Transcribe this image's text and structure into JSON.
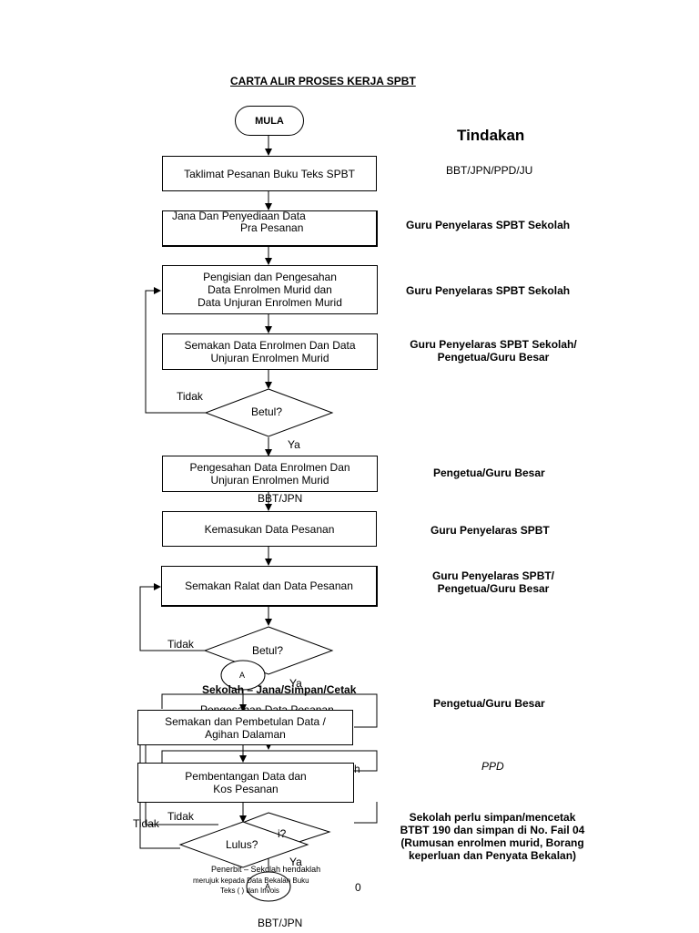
{
  "title": "CARTA ALIR PROSES KERJA SPBT",
  "heading": "Tindakan",
  "start": "MULA",
  "steps": {
    "s1": "Taklimat Pesanan Buku Teks SPBT",
    "s2a": "Jana Dan Penyediaan Data",
    "s2b": "Pra Pesanan",
    "s3": "Pengisian dan Pengesahan\nData Enrolmen Murid dan\nData Unjuran Enrolmen Murid",
    "s4": "Semakan Data Enrolmen Dan Data\nUnjuran Enrolmen Murid",
    "s5": "Pengesahan Data Enrolmen Dan\nUnjuran Enrolmen Murid",
    "s6": "Kemasukan Data Pesanan",
    "s7": "Semakan Ralat dan Data Pesanan",
    "s8": "Semakan dan Pembetulan Data /\nAgihan Dalaman",
    "s8_behind": "Pengesahan Data Pesanan",
    "s9": "Pembentangan Data dan\nKos Pesanan",
    "s9_behind": "h"
  },
  "decisions": {
    "d1": "Betul?",
    "d2": "Betul?",
    "d3": "Lulus?",
    "d3_behind": "i?"
  },
  "connectors": {
    "a1": "A",
    "a2": "A"
  },
  "edge_labels": {
    "tidak1": "Tidak",
    "ya1": "Ya",
    "tidak2": "Tidak",
    "ya2": "Ya",
    "tidak3": "Tidak",
    "tidak4": "Tidak",
    "ya3": "Ya",
    "bbtjpn1": "BBT/JPN",
    "bbtjpn2": "BBT/JPN",
    "sekolah": "Sekolah – Jana/Simpan/Cetak",
    "penerbit_a": "Penerbit – Sekolah hendaklah",
    "penerbit_b": "merujuk kepada Data Bekalan Buku",
    "penerbit_c": "Teks (      ) dan Invois",
    "zero": "0"
  },
  "actions": {
    "a1": "BBT/JPN/PPD/JU",
    "a2": "Guru Penyelaras SPBT Sekolah",
    "a3": "Guru Penyelaras SPBT Sekolah",
    "a4": "Guru Penyelaras SPBT Sekolah/\nPengetua/Guru Besar",
    "a5": "Pengetua/Guru Besar",
    "a6": "Guru Penyelaras SPBT",
    "a7": "Guru Penyelaras SPBT/\nPengetua/Guru Besar",
    "a8": "Pengetua/Guru Besar",
    "a9": "PPD",
    "a10": "Sekolah perlu simpan/mencetak\nBTBT 190 dan simpan di No. Fail 04\n(Rumusan enrolmen murid, Borang\nkeperluan dan Penyata Bekalan)"
  }
}
